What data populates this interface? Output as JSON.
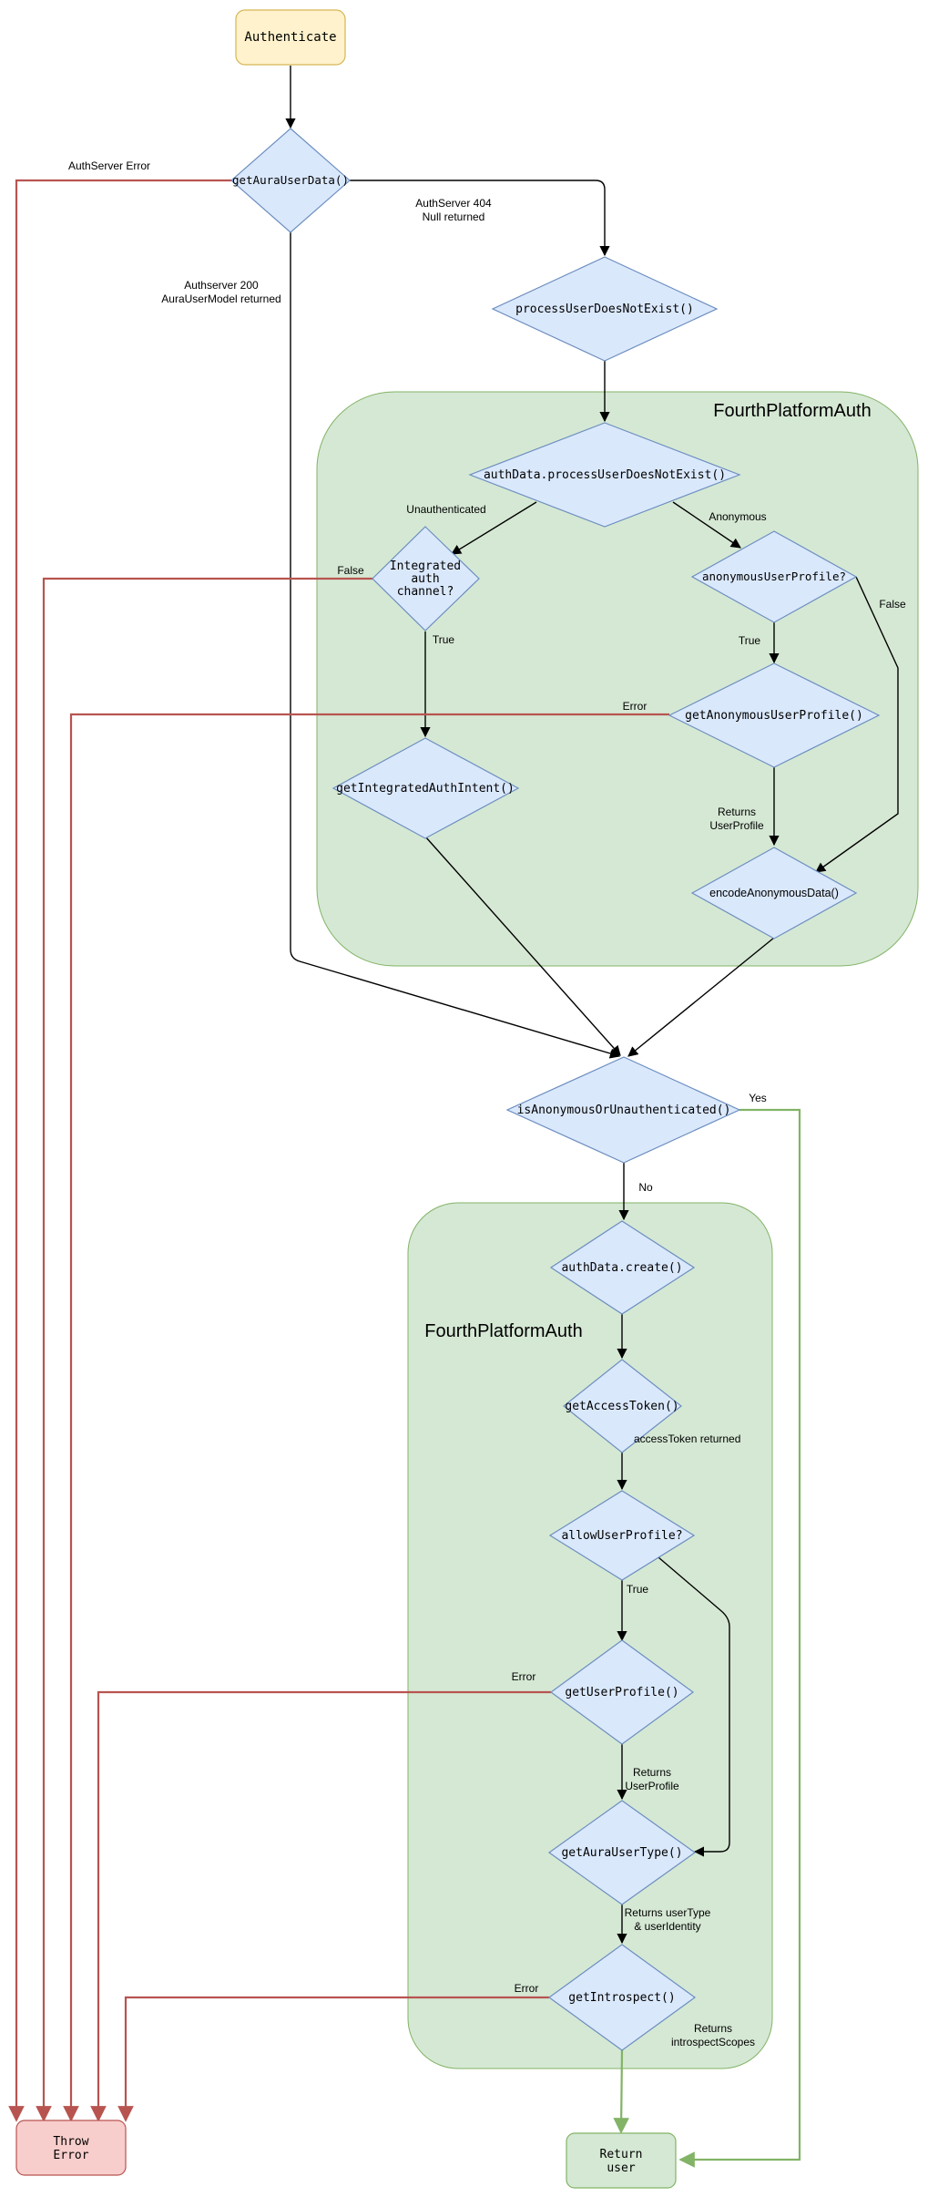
{
  "nodes": {
    "authenticate": "Authenticate",
    "get_aura_user_data": "getAuraUserData()",
    "process_user_does_not_exist": "processUserDoesNotExist()",
    "auth_data_process_user_does_not_exist": "authData.processUserDoesNotExist()",
    "integrated_auth_channel": [
      "Integrated",
      "auth",
      "channel?"
    ],
    "anonymous_user_profile": "anonymousUserProfile?",
    "get_anonymous_user_profile": "getAnonymousUserProfile()",
    "get_integrated_auth_intent": "getIntegratedAuthIntent()",
    "encode_anonymous_data": "encodeAnonymousData()",
    "is_anonymous_or_unauthenticated": "isAnonymousOrUnauthenticated()",
    "auth_data_create": "authData.create()",
    "get_access_token": "getAccessToken()",
    "allow_user_profile": "allowUserProfile?",
    "get_user_profile": "getUserProfile()",
    "get_aura_user_type": "getAuraUserType()",
    "get_introspect": "getIntrospect()",
    "throw_error": [
      "Throw",
      "Error"
    ],
    "return_user": [
      "Return",
      "user"
    ]
  },
  "groups": {
    "top": "FourthPlatformAuth",
    "bottom": "FourthPlatformAuth"
  },
  "edge_labels": {
    "authserver_error": "AuthServer Error",
    "authserver_404": [
      "AuthServer 404",
      "Null returned"
    ],
    "authserver_200": [
      "Authserver 200",
      "AuraUserModel returned"
    ],
    "unauthenticated": "Unauthenticated",
    "anonymous": "Anonymous",
    "false_integrated": "False",
    "true_integrated": "True",
    "false_anonymous": "False",
    "true_anonymous": "True",
    "error_anonymous_profile": "Error",
    "returns_user_profile_top": [
      "Returns",
      "UserProfile"
    ],
    "yes": "Yes",
    "no": "No",
    "access_token_returned": "accessToken returned",
    "true_allow": "True",
    "error_user_profile": "Error",
    "returns_user_profile_bottom": [
      "Returns",
      "UserProfile"
    ],
    "returns_user_type": [
      "Returns userType",
      "& userIdentity"
    ],
    "error_introspect": "Error",
    "returns_introspect_scopes": [
      "Returns",
      "introspectScopes"
    ]
  },
  "colors": {
    "start_fill": "#fff2cc",
    "start_stroke": "#d6b656",
    "decision_fill": "#dae8fc",
    "decision_stroke": "#6c8ebf",
    "group_fill": "#d5e8d4",
    "group_stroke": "#82b366",
    "error_fill": "#f8cecc",
    "error_stroke": "#b85450",
    "error_line": "#b85450",
    "success_line": "#82b366",
    "line": "#000000"
  }
}
